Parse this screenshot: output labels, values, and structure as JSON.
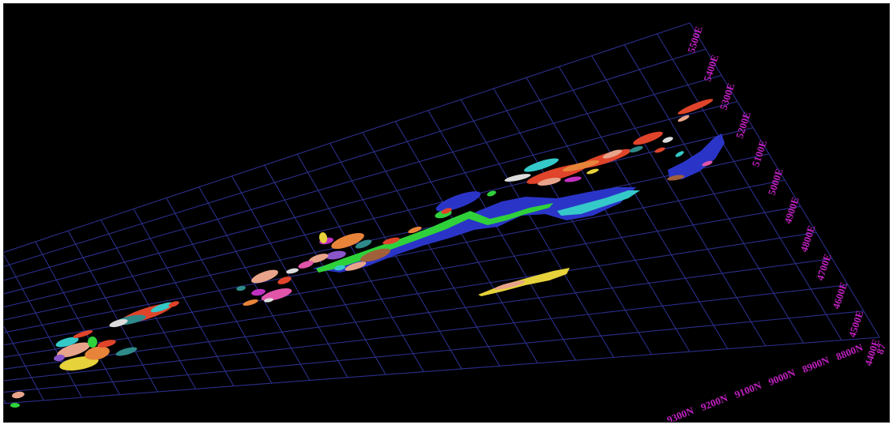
{
  "viewer": {
    "background": "#000000",
    "grid_color": "#2b2f8a",
    "label_color": "#c020c0"
  },
  "easting_labels": [
    "5500E",
    "5400E",
    "5300E",
    "5200E",
    "5100E",
    "5000E",
    "4900E",
    "4800E",
    "4700E",
    "4600E",
    "4500E",
    "4400E"
  ],
  "northing_labels": [
    "8800N",
    "8900N",
    "9000N",
    "9100N",
    "9200N",
    "9300N"
  ],
  "corner_label": "87",
  "palette": {
    "blue": "#2a35c8",
    "green": "#2fd13a",
    "cyan": "#35c9c9",
    "red": "#e0442a",
    "orange": "#e8843a",
    "salmon": "#e8a48a",
    "pink": "#e055a8",
    "magenta": "#c030c0",
    "yellow": "#e6d23a",
    "purple": "#8a55c8",
    "brown": "#a0603a",
    "white": "#dcdcdc",
    "teal": "#2f8a8a",
    "olive": "#9aa040"
  }
}
